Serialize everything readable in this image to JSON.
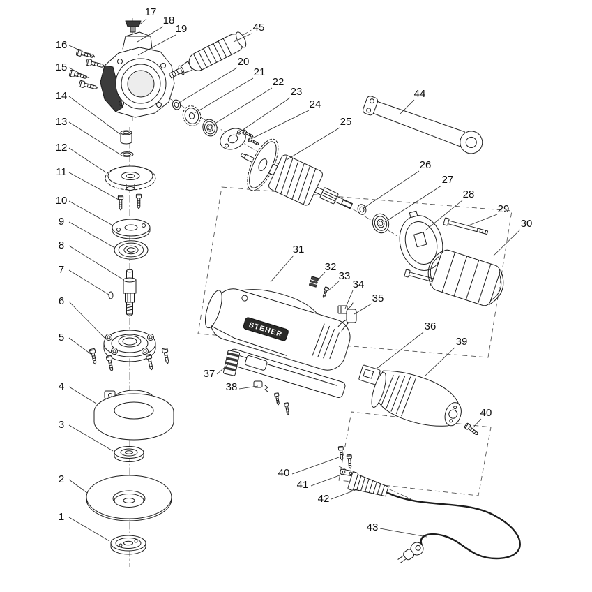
{
  "diagram": {
    "brand_label": "STEHER",
    "parts": [
      {
        "id": "17",
        "number": "17",
        "label": [
          216,
          22
        ],
        "leader": [
          210,
          27,
          197,
          38
        ]
      },
      {
        "id": "18",
        "number": "18",
        "label": [
          242,
          34
        ],
        "leader": [
          234,
          38,
          197,
          60
        ]
      },
      {
        "id": "19",
        "number": "19",
        "label": [
          260,
          46
        ],
        "leader": [
          252,
          50,
          198,
          79
        ]
      },
      {
        "id": "45",
        "number": "45",
        "label": [
          371,
          44
        ],
        "leader": [
          361,
          48,
          335,
          60
        ]
      },
      {
        "id": "16",
        "number": "16",
        "label": [
          88,
          69
        ],
        "leader": [
          99,
          65,
          136,
          82
        ]
      },
      {
        "id": "15",
        "number": "15",
        "label": [
          88,
          101
        ],
        "leader": [
          99,
          97,
          128,
          112
        ]
      },
      {
        "id": "20",
        "number": "20",
        "label": [
          349,
          93
        ],
        "leader": [
          340,
          97,
          257,
          147
        ]
      },
      {
        "id": "21",
        "number": "21",
        "label": [
          372,
          108
        ],
        "leader": [
          363,
          112,
          279,
          162
        ]
      },
      {
        "id": "22",
        "number": "22",
        "label": [
          399,
          122
        ],
        "leader": [
          390,
          126,
          305,
          179
        ]
      },
      {
        "id": "23",
        "number": "23",
        "label": [
          425,
          136
        ],
        "leader": [
          416,
          140,
          338,
          193
        ]
      },
      {
        "id": "24",
        "number": "24",
        "label": [
          452,
          154
        ],
        "leader": [
          443,
          158,
          362,
          198
        ]
      },
      {
        "id": "14",
        "number": "14",
        "label": [
          88,
          142
        ],
        "leader": [
          99,
          138,
          172,
          192
        ]
      },
      {
        "id": "25",
        "number": "25",
        "label": [
          496,
          179
        ],
        "leader": [
          487,
          183,
          411,
          229
        ]
      },
      {
        "id": "13",
        "number": "13",
        "label": [
          88,
          179
        ],
        "leader": [
          99,
          175,
          172,
          221
        ]
      },
      {
        "id": "44",
        "number": "44",
        "label": [
          602,
          139
        ],
        "leader": [
          594,
          143,
          574,
          163
        ]
      },
      {
        "id": "12",
        "number": "12",
        "label": [
          88,
          216
        ],
        "leader": [
          99,
          212,
          152,
          247
        ]
      },
      {
        "id": "26",
        "number": "26",
        "label": [
          610,
          241
        ],
        "leader": [
          601,
          245,
          520,
          299
        ]
      },
      {
        "id": "11",
        "number": "11",
        "label": [
          88,
          251
        ],
        "leader": [
          99,
          247,
          170,
          286
        ]
      },
      {
        "id": "27",
        "number": "27",
        "label": [
          642,
          262
        ],
        "leader": [
          633,
          266,
          552,
          318
        ]
      },
      {
        "id": "28",
        "number": "28",
        "label": [
          672,
          283
        ],
        "leader": [
          663,
          287,
          610,
          330
        ]
      },
      {
        "id": "10",
        "number": "10",
        "label": [
          88,
          292
        ],
        "leader": [
          99,
          288,
          160,
          322
        ]
      },
      {
        "id": "29",
        "number": "29",
        "label": [
          722,
          304
        ],
        "leader": [
          713,
          307,
          672,
          323
        ]
      },
      {
        "id": "9",
        "number": "9",
        "label": [
          88,
          322
        ],
        "leader": [
          99,
          318,
          163,
          354
        ]
      },
      {
        "id": "30",
        "number": "30",
        "label": [
          755,
          325
        ],
        "leader": [
          746,
          329,
          708,
          366
        ]
      },
      {
        "id": "8",
        "number": "8",
        "label": [
          88,
          356
        ],
        "leader": [
          99,
          352,
          176,
          400
        ]
      },
      {
        "id": "31",
        "number": "31",
        "label": [
          428,
          362
        ],
        "leader": [
          421,
          366,
          388,
          404
        ]
      },
      {
        "id": "7",
        "number": "7",
        "label": [
          88,
          391
        ],
        "leader": [
          99,
          387,
          156,
          422
        ]
      },
      {
        "id": "32",
        "number": "32",
        "label": [
          474,
          387
        ],
        "leader": [
          466,
          390,
          453,
          404
        ]
      },
      {
        "id": "33",
        "number": "33",
        "label": [
          494,
          400
        ],
        "leader": [
          486,
          403,
          470,
          417
        ]
      },
      {
        "id": "34",
        "number": "34",
        "label": [
          514,
          412
        ],
        "leader": [
          506,
          416,
          495,
          442
        ]
      },
      {
        "id": "6",
        "number": "6",
        "label": [
          88,
          436
        ],
        "leader": [
          99,
          432,
          150,
          484
        ]
      },
      {
        "id": "35",
        "number": "35",
        "label": [
          542,
          432
        ],
        "leader": [
          533,
          435,
          508,
          450
        ]
      },
      {
        "id": "5",
        "number": "5",
        "label": [
          88,
          488
        ],
        "leader": [
          99,
          484,
          130,
          507
        ]
      },
      {
        "id": "36",
        "number": "36",
        "label": [
          617,
          472
        ],
        "leader": [
          607,
          476,
          540,
          528
        ]
      },
      {
        "id": "39",
        "number": "39",
        "label": [
          662,
          494
        ],
        "leader": [
          652,
          498,
          610,
          538
        ]
      },
      {
        "id": "37",
        "number": "37",
        "label": [
          300,
          540
        ],
        "leader": [
          311,
          536,
          327,
          522
        ]
      },
      {
        "id": "38",
        "number": "38",
        "label": [
          332,
          559
        ],
        "leader": [
          343,
          557,
          370,
          553
        ]
      },
      {
        "id": "4",
        "number": "4",
        "label": [
          88,
          558
        ],
        "leader": [
          99,
          554,
          138,
          578
        ]
      },
      {
        "id": "40a",
        "number": "40",
        "label": [
          697,
          596
        ],
        "leader": [
          690,
          600,
          678,
          613
        ]
      },
      {
        "id": "3",
        "number": "3",
        "label": [
          88,
          613
        ],
        "leader": [
          99,
          609,
          162,
          646
        ]
      },
      {
        "id": "40b",
        "number": "40",
        "label": [
          407,
          682
        ],
        "leader": [
          419,
          679,
          486,
          655
        ]
      },
      {
        "id": "41",
        "number": "41",
        "label": [
          434,
          699
        ],
        "leader": [
          446,
          696,
          492,
          679
        ]
      },
      {
        "id": "2",
        "number": "2",
        "label": [
          88,
          691
        ],
        "leader": [
          99,
          687,
          125,
          706
        ]
      },
      {
        "id": "42",
        "number": "42",
        "label": [
          464,
          719
        ],
        "leader": [
          475,
          715,
          512,
          701
        ]
      },
      {
        "id": "43",
        "number": "43",
        "label": [
          534,
          760
        ],
        "leader": [
          545,
          757,
          612,
          769
        ]
      },
      {
        "id": "1",
        "number": "1",
        "label": [
          88,
          745
        ],
        "leader": [
          99,
          741,
          157,
          775
        ]
      }
    ]
  }
}
